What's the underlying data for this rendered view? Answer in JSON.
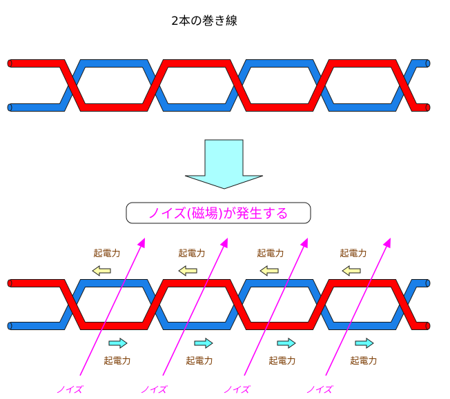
{
  "title": "2本の巻き線",
  "banner": "ノイズ(磁場)が発生する",
  "emf_label": "起電力",
  "noise_label": "ノイズ",
  "colors": {
    "wire_a": "#ff0000",
    "wire_b": "#1a7fe8",
    "wire_outline": "#1a1a1a",
    "down_arrow": "#aaffff",
    "noise": "#ff00ff",
    "emf_upper_arrow": "#ffffaa",
    "emf_lower_arrow": "#66ffff",
    "emf_text": "#7a3a00"
  },
  "icons": {
    "down_arrow": "down-arrow-icon",
    "emf_left": "left-arrow-icon",
    "emf_right": "right-arrow-icon",
    "noise": "diagonal-arrow-icon"
  }
}
